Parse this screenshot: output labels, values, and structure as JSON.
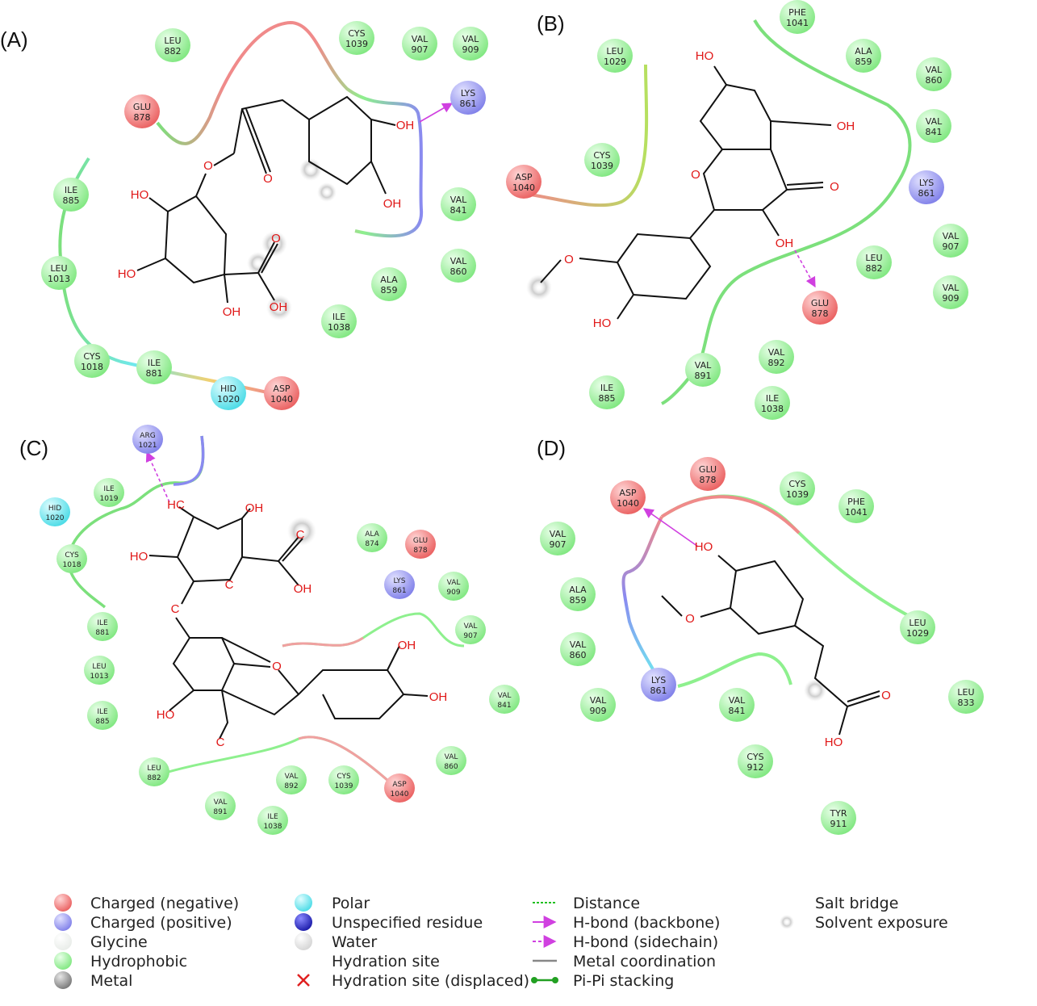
{
  "panels": [
    {
      "label": "(A)",
      "residues": [
        {
          "name": "LEU",
          "num": "882",
          "type": "hydrophobic"
        },
        {
          "name": "CYS",
          "num": "1039",
          "type": "hydrophobic"
        },
        {
          "name": "VAL",
          "num": "907",
          "type": "hydrophobic"
        },
        {
          "name": "VAL",
          "num": "909",
          "type": "hydrophobic"
        },
        {
          "name": "GLU",
          "num": "878",
          "type": "negative"
        },
        {
          "name": "LYS",
          "num": "861",
          "type": "positive"
        },
        {
          "name": "ILE",
          "num": "885",
          "type": "hydrophobic"
        },
        {
          "name": "VAL",
          "num": "841",
          "type": "hydrophobic"
        },
        {
          "name": "LEU",
          "num": "1013",
          "type": "hydrophobic"
        },
        {
          "name": "VAL",
          "num": "860",
          "type": "hydrophobic"
        },
        {
          "name": "ALA",
          "num": "859",
          "type": "hydrophobic"
        },
        {
          "name": "ILE",
          "num": "1038",
          "type": "hydrophobic"
        },
        {
          "name": "CYS",
          "num": "1018",
          "type": "hydrophobic"
        },
        {
          "name": "ILE",
          "num": "881",
          "type": "hydrophobic"
        },
        {
          "name": "HID",
          "num": "1020",
          "type": "polar"
        },
        {
          "name": "ASP",
          "num": "1040",
          "type": "negative"
        }
      ],
      "atoms": [
        "O",
        "O",
        "OH",
        "OH",
        "HO",
        "HO",
        "OH",
        "O",
        "OH"
      ]
    },
    {
      "label": "(B)",
      "residues": [
        {
          "name": "PHE",
          "num": "1041",
          "type": "hydrophobic"
        },
        {
          "name": "LEU",
          "num": "1029",
          "type": "hydrophobic"
        },
        {
          "name": "ALA",
          "num": "859",
          "type": "hydrophobic"
        },
        {
          "name": "VAL",
          "num": "860",
          "type": "hydrophobic"
        },
        {
          "name": "VAL",
          "num": "841",
          "type": "hydrophobic"
        },
        {
          "name": "CYS",
          "num": "1039",
          "type": "hydrophobic"
        },
        {
          "name": "ASP",
          "num": "1040",
          "type": "negative"
        },
        {
          "name": "LYS",
          "num": "861",
          "type": "positive"
        },
        {
          "name": "VAL",
          "num": "907",
          "type": "hydrophobic"
        },
        {
          "name": "LEU",
          "num": "882",
          "type": "hydrophobic"
        },
        {
          "name": "VAL",
          "num": "909",
          "type": "hydrophobic"
        },
        {
          "name": "GLU",
          "num": "878",
          "type": "negative"
        },
        {
          "name": "VAL",
          "num": "891",
          "type": "hydrophobic"
        },
        {
          "name": "VAL",
          "num": "892",
          "type": "hydrophobic"
        },
        {
          "name": "ILE",
          "num": "885",
          "type": "hydrophobic"
        },
        {
          "name": "ILE",
          "num": "1038",
          "type": "hydrophobic"
        }
      ],
      "atoms": [
        "HO",
        "OH",
        "O",
        "O",
        "OH",
        "O",
        "HO"
      ]
    },
    {
      "label": "(C)",
      "residues": [
        {
          "name": "ARG",
          "num": "1021",
          "type": "positive"
        },
        {
          "name": "ILE",
          "num": "1019",
          "type": "hydrophobic"
        },
        {
          "name": "HID",
          "num": "1020",
          "type": "polar"
        },
        {
          "name": "CYS",
          "num": "1018",
          "type": "hydrophobic"
        },
        {
          "name": "ILE",
          "num": "881",
          "type": "hydrophobic"
        },
        {
          "name": "LEU",
          "num": "1013",
          "type": "hydrophobic"
        },
        {
          "name": "ILE",
          "num": "885",
          "type": "hydrophobic"
        },
        {
          "name": "ALA",
          "num": "874",
          "type": "hydrophobic"
        },
        {
          "name": "GLU",
          "num": "878",
          "type": "negative"
        },
        {
          "name": "LYS",
          "num": "861",
          "type": "positive"
        },
        {
          "name": "VAL",
          "num": "909",
          "type": "hydrophobic"
        },
        {
          "name": "VAL",
          "num": "907",
          "type": "hydrophobic"
        },
        {
          "name": "VAL",
          "num": "841",
          "type": "hydrophobic"
        },
        {
          "name": "VAL",
          "num": "860",
          "type": "hydrophobic"
        },
        {
          "name": "LEU",
          "num": "882",
          "type": "hydrophobic"
        },
        {
          "name": "VAL",
          "num": "892",
          "type": "hydrophobic"
        },
        {
          "name": "CYS",
          "num": "1039",
          "type": "hydrophobic"
        },
        {
          "name": "ASP",
          "num": "1040",
          "type": "negative"
        },
        {
          "name": "VAL",
          "num": "891",
          "type": "hydrophobic"
        },
        {
          "name": "ILE",
          "num": "1038",
          "type": "hydrophobic"
        }
      ],
      "atoms": [
        "HC",
        "OH",
        "HO",
        "C",
        "C",
        "OH",
        "C",
        "O",
        "OH",
        "OH",
        "HO",
        "C"
      ]
    },
    {
      "label": "(D)",
      "residues": [
        {
          "name": "GLU",
          "num": "878",
          "type": "negative"
        },
        {
          "name": "ASP",
          "num": "1040",
          "type": "negative"
        },
        {
          "name": "CYS",
          "num": "1039",
          "type": "hydrophobic"
        },
        {
          "name": "PHE",
          "num": "1041",
          "type": "hydrophobic"
        },
        {
          "name": "VAL",
          "num": "907",
          "type": "hydrophobic"
        },
        {
          "name": "ALA",
          "num": "859",
          "type": "hydrophobic"
        },
        {
          "name": "VAL",
          "num": "860",
          "type": "hydrophobic"
        },
        {
          "name": "LEU",
          "num": "1029",
          "type": "hydrophobic"
        },
        {
          "name": "LYS",
          "num": "861",
          "type": "positive"
        },
        {
          "name": "VAL",
          "num": "909",
          "type": "hydrophobic"
        },
        {
          "name": "VAL",
          "num": "841",
          "type": "hydrophobic"
        },
        {
          "name": "LEU",
          "num": "833",
          "type": "hydrophobic"
        },
        {
          "name": "CYS",
          "num": "912",
          "type": "hydrophobic"
        },
        {
          "name": "TYR",
          "num": "911",
          "type": "hydrophobic"
        }
      ],
      "atoms": [
        "HO",
        "O",
        "O",
        "HO"
      ]
    }
  ],
  "legend": [
    {
      "label": "Charged (negative)",
      "icon": "red-sphere"
    },
    {
      "label": "Charged (positive)",
      "icon": "blue-sphere"
    },
    {
      "label": "Glycine",
      "icon": "white-sphere"
    },
    {
      "label": "Hydrophobic",
      "icon": "green-sphere"
    },
    {
      "label": "Metal",
      "icon": "gray-sphere"
    },
    {
      "label": "Polar",
      "icon": "cyan-sphere"
    },
    {
      "label": "Unspecified residue",
      "icon": "navy-sphere"
    },
    {
      "label": "Water",
      "icon": "light-gray-sphere"
    },
    {
      "label": "Hydration site",
      "icon": "blank"
    },
    {
      "label": "Hydration site (displaced)",
      "icon": "red-cross"
    },
    {
      "label": "Distance",
      "icon": "green-dashed-line"
    },
    {
      "label": "H-bond (backbone)",
      "icon": "magenta-arrow"
    },
    {
      "label": "H-bond (sidechain)",
      "icon": "magenta-dashed-arrow"
    },
    {
      "label": "Metal coordination",
      "icon": "gray-line"
    },
    {
      "label": "Pi-Pi stacking",
      "icon": "green-dot-line"
    },
    {
      "label": "Salt bridge",
      "icon": "red-blue-line"
    },
    {
      "label": "Solvent exposure",
      "icon": "halo-circle"
    }
  ],
  "colors": {
    "negative": "#f06e6e",
    "positive": "#8f8ff0",
    "hydrophobic": "#8ef08e",
    "polar": "#6fe8ef",
    "atom": "#e01818",
    "hbond": "#d040e0"
  }
}
